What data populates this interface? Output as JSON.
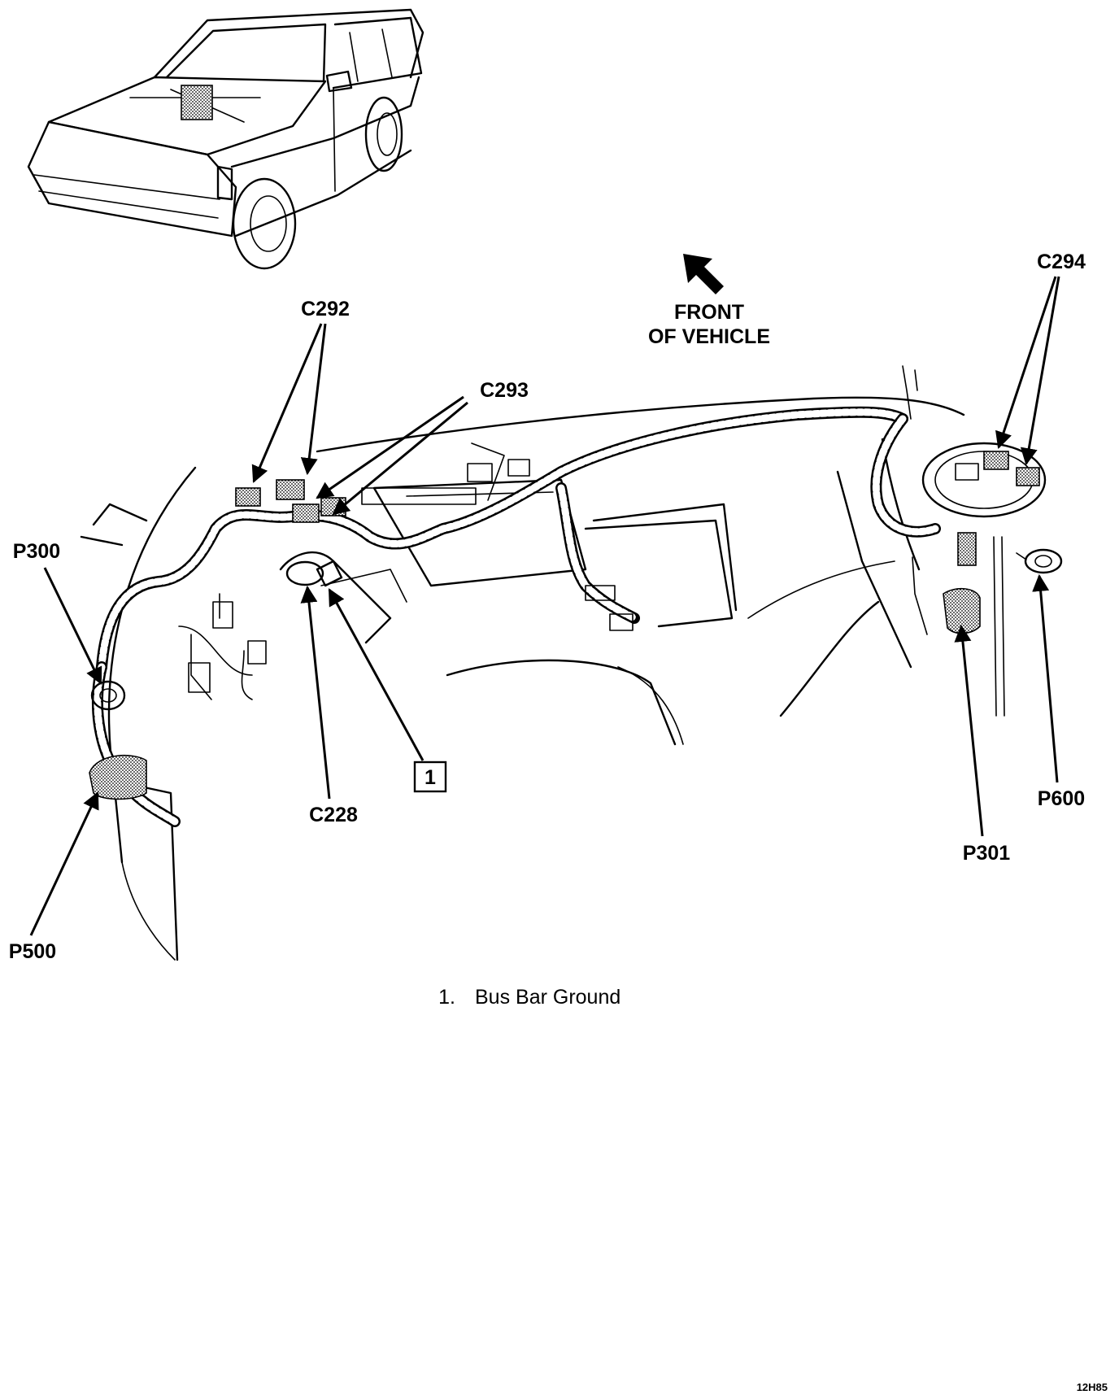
{
  "labels": {
    "c292": "C292",
    "c293": "C293",
    "c294": "C294",
    "c228": "C228",
    "p300": "P300",
    "p500": "P500",
    "p301": "P301",
    "p600": "P600",
    "front_line1": "FRONT",
    "front_line2": "OF VEHICLE",
    "callout_number": "1"
  },
  "legend": {
    "item_number": "1.",
    "item_text": "Bus Bar Ground"
  },
  "figure_ref": "12H85"
}
